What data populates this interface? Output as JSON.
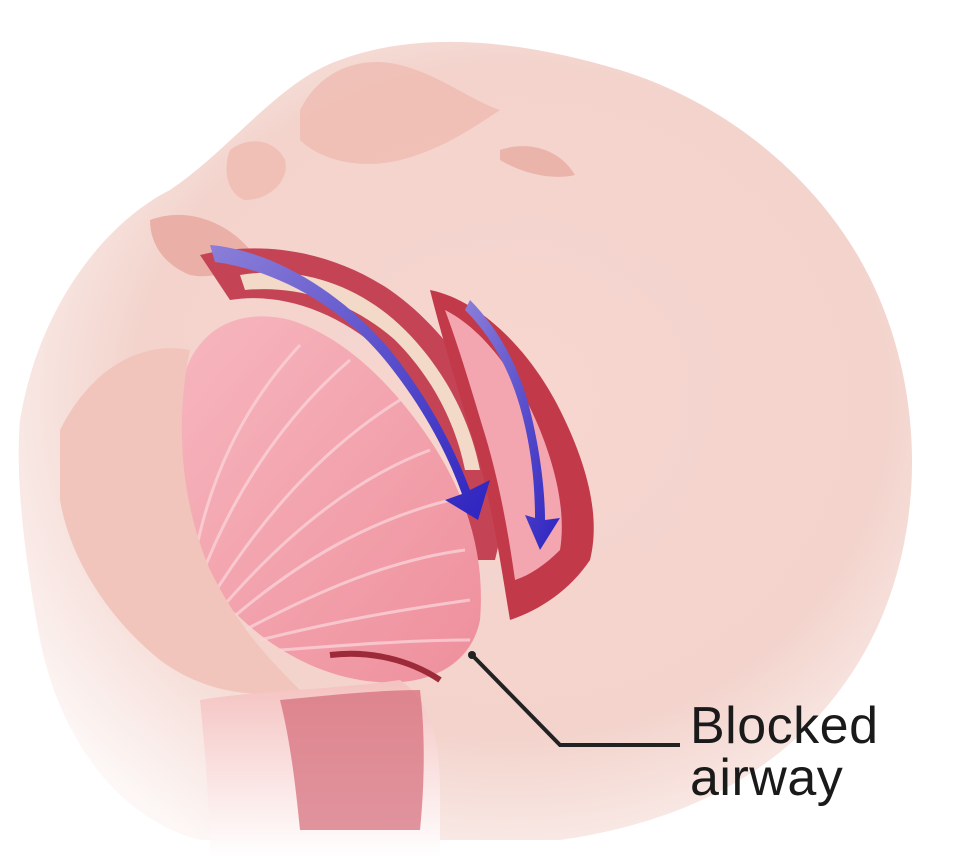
{
  "diagram": {
    "subject": "head-neck-cross-section",
    "callouts": [
      {
        "line1": "Blocked",
        "line2": "airway"
      }
    ],
    "colors": {
      "skin": "#f2c7bf",
      "tissue": "#ef9aa6",
      "tissue_dark": "#c23a4a",
      "airflow": "#3a2fc4",
      "callout_line": "#222222"
    }
  }
}
